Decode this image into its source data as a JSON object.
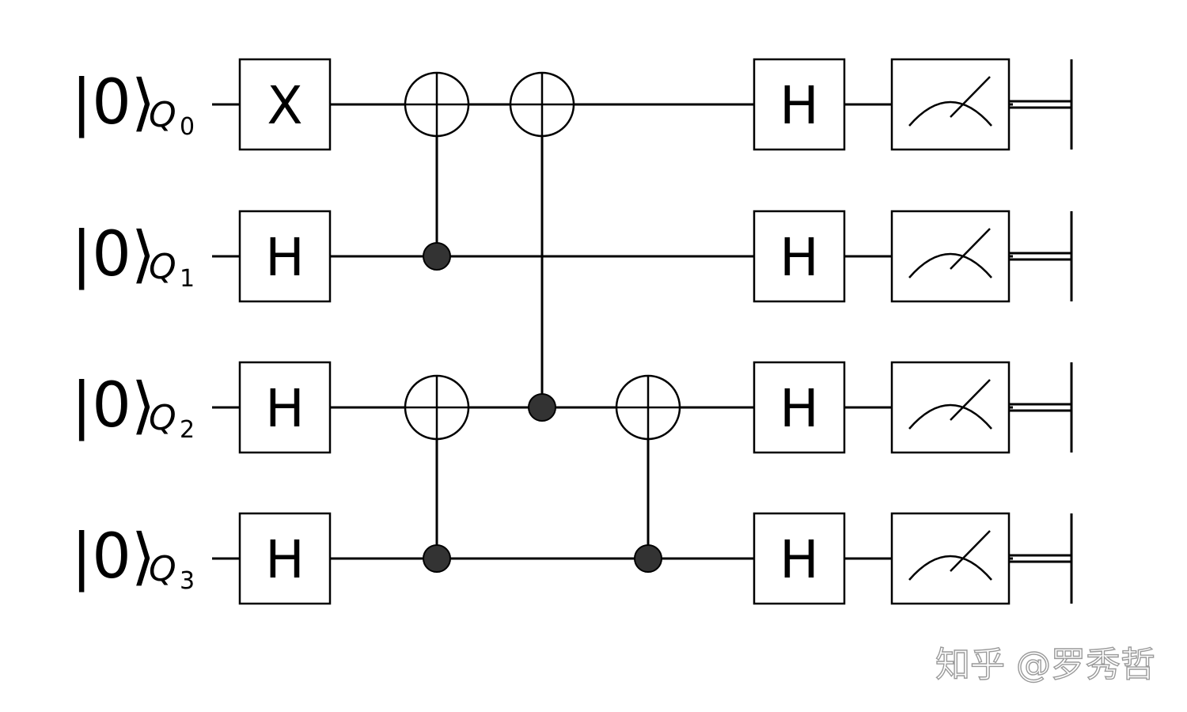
{
  "diagram": {
    "qubits": [
      {
        "ket": "|0⟩",
        "symbol": "Q",
        "index": "0"
      },
      {
        "ket": "|0⟩",
        "symbol": "Q",
        "index": "1"
      },
      {
        "ket": "|0⟩",
        "symbol": "Q",
        "index": "2"
      },
      {
        "ket": "|0⟩",
        "symbol": "Q",
        "index": "3"
      }
    ],
    "gates": [
      {
        "type": "single",
        "label": "X",
        "qubit": 0,
        "step": 0
      },
      {
        "type": "single",
        "label": "H",
        "qubit": 1,
        "step": 0
      },
      {
        "type": "single",
        "label": "H",
        "qubit": 2,
        "step": 0
      },
      {
        "type": "single",
        "label": "H",
        "qubit": 3,
        "step": 0
      },
      {
        "type": "cnot",
        "control": 1,
        "target": 0,
        "step": 1
      },
      {
        "type": "cnot",
        "control": 3,
        "target": 2,
        "step": 1
      },
      {
        "type": "cnot",
        "control": 2,
        "target": 0,
        "step": 2
      },
      {
        "type": "cnot",
        "control": 3,
        "target": 2,
        "step": 3
      },
      {
        "type": "single",
        "label": "H",
        "qubit": 0,
        "step": 4
      },
      {
        "type": "single",
        "label": "H",
        "qubit": 1,
        "step": 4
      },
      {
        "type": "single",
        "label": "H",
        "qubit": 2,
        "step": 4
      },
      {
        "type": "single",
        "label": "H",
        "qubit": 3,
        "step": 4
      },
      {
        "type": "measure",
        "qubit": 0,
        "step": 5
      },
      {
        "type": "measure",
        "qubit": 1,
        "step": 5
      },
      {
        "type": "measure",
        "qubit": 2,
        "step": 5
      },
      {
        "type": "measure",
        "qubit": 3,
        "step": 5
      }
    ]
  },
  "watermark": "知乎 @罗秀哲"
}
